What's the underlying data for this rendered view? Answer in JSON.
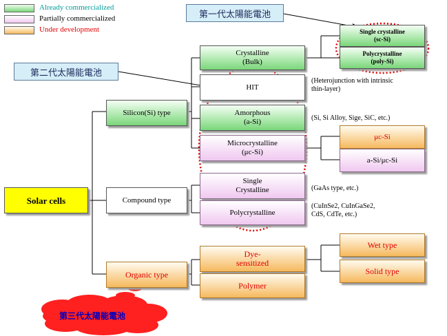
{
  "legend": [
    {
      "label": "Already commercialized",
      "color": "#009a9a",
      "swatch": "#7ad77a"
    },
    {
      "label": "Partially commercialized",
      "color": "#000000",
      "swatch": "#f0c8f0"
    },
    {
      "label": "Under development",
      "color": "#e00000",
      "swatch": "#f6b95e"
    }
  ],
  "generation_labels": {
    "first": "第一代太陽能電池",
    "second": "第二代太陽能電池",
    "third": "第三代太陽能電池"
  },
  "root": {
    "label": "Solar cells"
  },
  "types": {
    "silicon": "Silicon(Si) type",
    "compound": "Compound type",
    "organic": "Organic type"
  },
  "silicon_children": {
    "crystalline": [
      "Crystalline",
      "(Bulk)"
    ],
    "hit": "HIT",
    "amorphous": [
      "Amorphous",
      "(a-Si)"
    ],
    "microcrystalline": [
      "Microcrystalline",
      "(μc-Si)"
    ]
  },
  "crystalline_children": {
    "single": [
      "Single crystalline",
      "(sc-Si)"
    ],
    "poly": [
      "Polycrystalline",
      "(poly-Si)"
    ]
  },
  "micro_children": {
    "uc_si": "μc-Si",
    "a_si_uc_si": "a-Si/μc-Si"
  },
  "compound_children": {
    "single": [
      "Single",
      "Crystalline"
    ],
    "poly": "Polycrystalline"
  },
  "organic_children": {
    "dye": [
      "Dye-",
      "sensitized"
    ],
    "polymer": "Polymer"
  },
  "dye_children": {
    "wet": "Wet type",
    "solid": "Solid type"
  },
  "notes": {
    "hit": [
      "(Heterojunction with intrinsic",
      "thin-layer)"
    ],
    "amorphous": "(Si, Si Alloy, Sige, SiC, etc.)",
    "single": "(GaAs type, etc.)",
    "poly": [
      "(CuInSe2, CuInGaSe2,",
      "CdS, CdTe, etc.)"
    ]
  }
}
